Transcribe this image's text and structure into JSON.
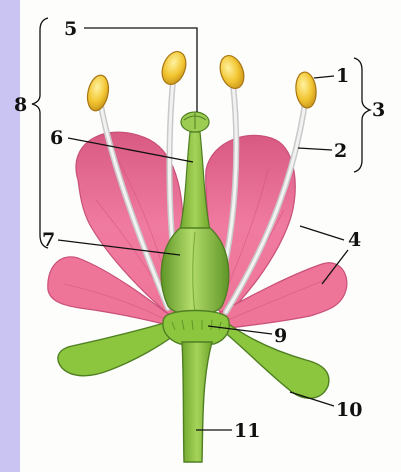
{
  "diagram": {
    "labels": {
      "n1": "1",
      "n2": "2",
      "n3": "3",
      "n4": "4",
      "n5": "5",
      "n6": "6",
      "n7": "7",
      "n8": "8",
      "n9": "9",
      "n10": "10",
      "n11": "11"
    }
  },
  "colors": {
    "side_band": "#c9c4f2",
    "petal": "#ee7598",
    "petal_dark": "#d94f78",
    "stem_green": "#8cc63f",
    "green_dark": "#4f7f22",
    "anther": "#f2c531",
    "filament": "#e4e4e4",
    "ink": "#111111"
  }
}
